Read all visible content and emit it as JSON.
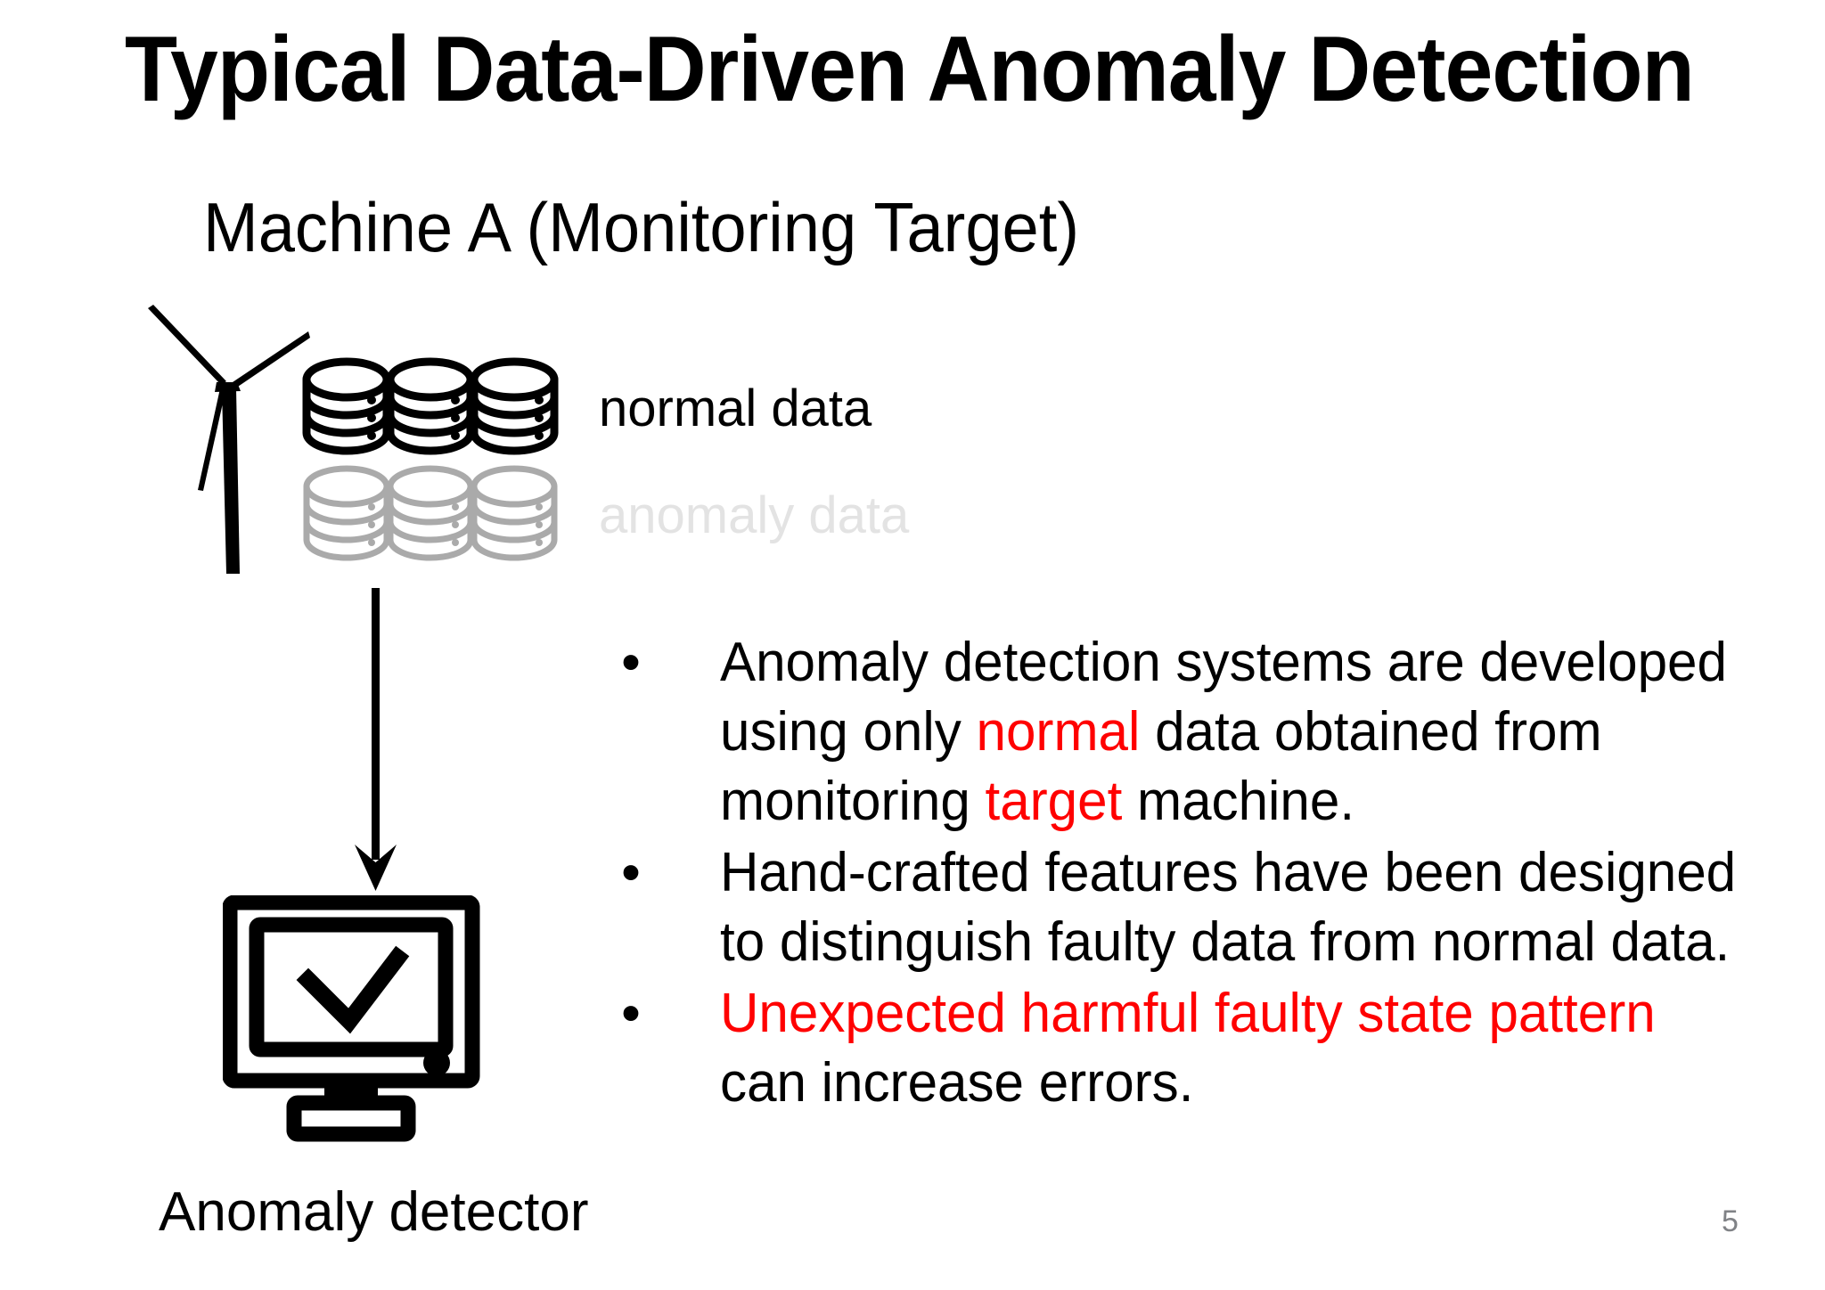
{
  "slide": {
    "title": "Typical Data-Driven Anomaly Detection",
    "page_number": "5",
    "background_color": "#ffffff"
  },
  "diagram": {
    "machine_label": "Machine A (Monitoring Target)",
    "turbine_icon": "wind-turbine-icon",
    "detector_caption": "Anomaly detector",
    "monitor_icon": "monitor-check-icon",
    "arrow_icon": "down-arrow-icon",
    "data_stacks": [
      {
        "id": "normal",
        "label": "normal data",
        "color": "#000000",
        "stack_count": 3,
        "disc_layers": 3,
        "icon": "database-stack-icon"
      },
      {
        "id": "anomaly",
        "label": "anomaly data",
        "color": "#aaaaaa",
        "label_color": "#e3e3e3",
        "stack_count": 3,
        "disc_layers": 3,
        "icon": "database-stack-icon"
      }
    ]
  },
  "bullets": [
    {
      "marker": "•",
      "segments": [
        {
          "text": "Anomaly detection systems are developed using only ",
          "color": "#000000"
        },
        {
          "text": "normal",
          "color": "#ff0000"
        },
        {
          "text": " data obtained from monitoring ",
          "color": "#000000"
        },
        {
          "text": "target",
          "color": "#ff0000"
        },
        {
          "text": " machine.",
          "color": "#000000"
        }
      ]
    },
    {
      "marker": "•",
      "segments": [
        {
          "text": "Hand-crafted features have been designed to distinguish faulty data from normal data.",
          "color": "#000000"
        }
      ]
    },
    {
      "marker": "•",
      "segments": [
        {
          "text": "Unexpected harmful faulty state pattern",
          "color": "#ff0000"
        },
        {
          "text": " can increase errors.",
          "color": "#000000"
        }
      ]
    }
  ],
  "colors": {
    "accent_red": "#ff0000",
    "ink": "#000000",
    "muted_gray": "#aaaaaa",
    "ghost_gray": "#e3e3e3",
    "page_number_gray": "#808286"
  }
}
